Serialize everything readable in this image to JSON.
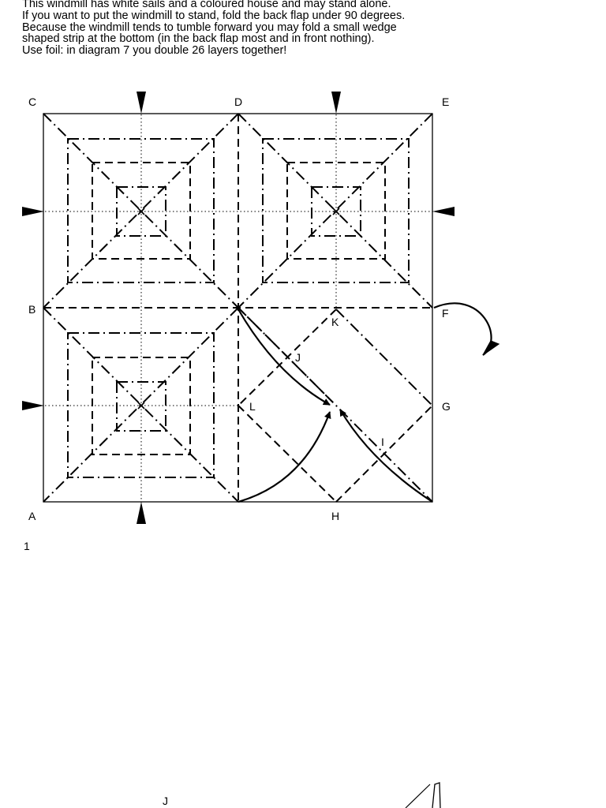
{
  "instructions": [
    "This windmill has white sails and a coloured house and may stand alone.",
    "If you want to put the windmill to stand, fold the back flap under 90 degrees.",
    "Because the windmill tends to tumble forward you may fold a small wedge",
    "shaped strip at the bottom (in the back flap most and in front nothing).",
    "Use foil: in diagram 7 you double 26 layers together!"
  ],
  "diagram": {
    "step_number": "1",
    "points": {
      "A": "A",
      "B": "B",
      "C": "C",
      "D": "D",
      "E": "E",
      "F": "F",
      "G": "G",
      "H": "H",
      "I": "I",
      "J": "J",
      "K": "K",
      "L": "L"
    }
  },
  "next_diagram": {
    "point_label": "J"
  }
}
